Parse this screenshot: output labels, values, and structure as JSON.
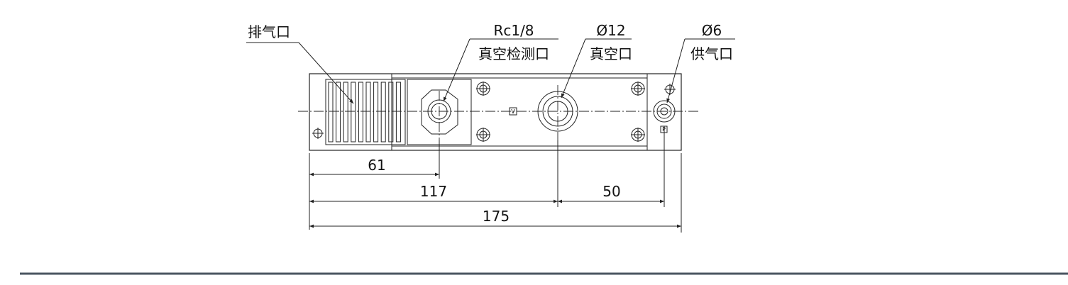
{
  "labels": {
    "exhaust_port": "排气口",
    "vacuum_check_size": "Rc1/8",
    "vacuum_check_port": "真空检测口",
    "vacuum_size": "Ø12",
    "vacuum_port": "真空口",
    "supply_size": "Ø6",
    "supply_port": "供气口",
    "tag_v": "V",
    "tag_p": "P"
  },
  "dimensions": {
    "d61": "61",
    "d117": "117",
    "d50": "50",
    "d175": "175"
  },
  "colors": {
    "line": "#222222",
    "footer_rule": "#4a5560"
  }
}
